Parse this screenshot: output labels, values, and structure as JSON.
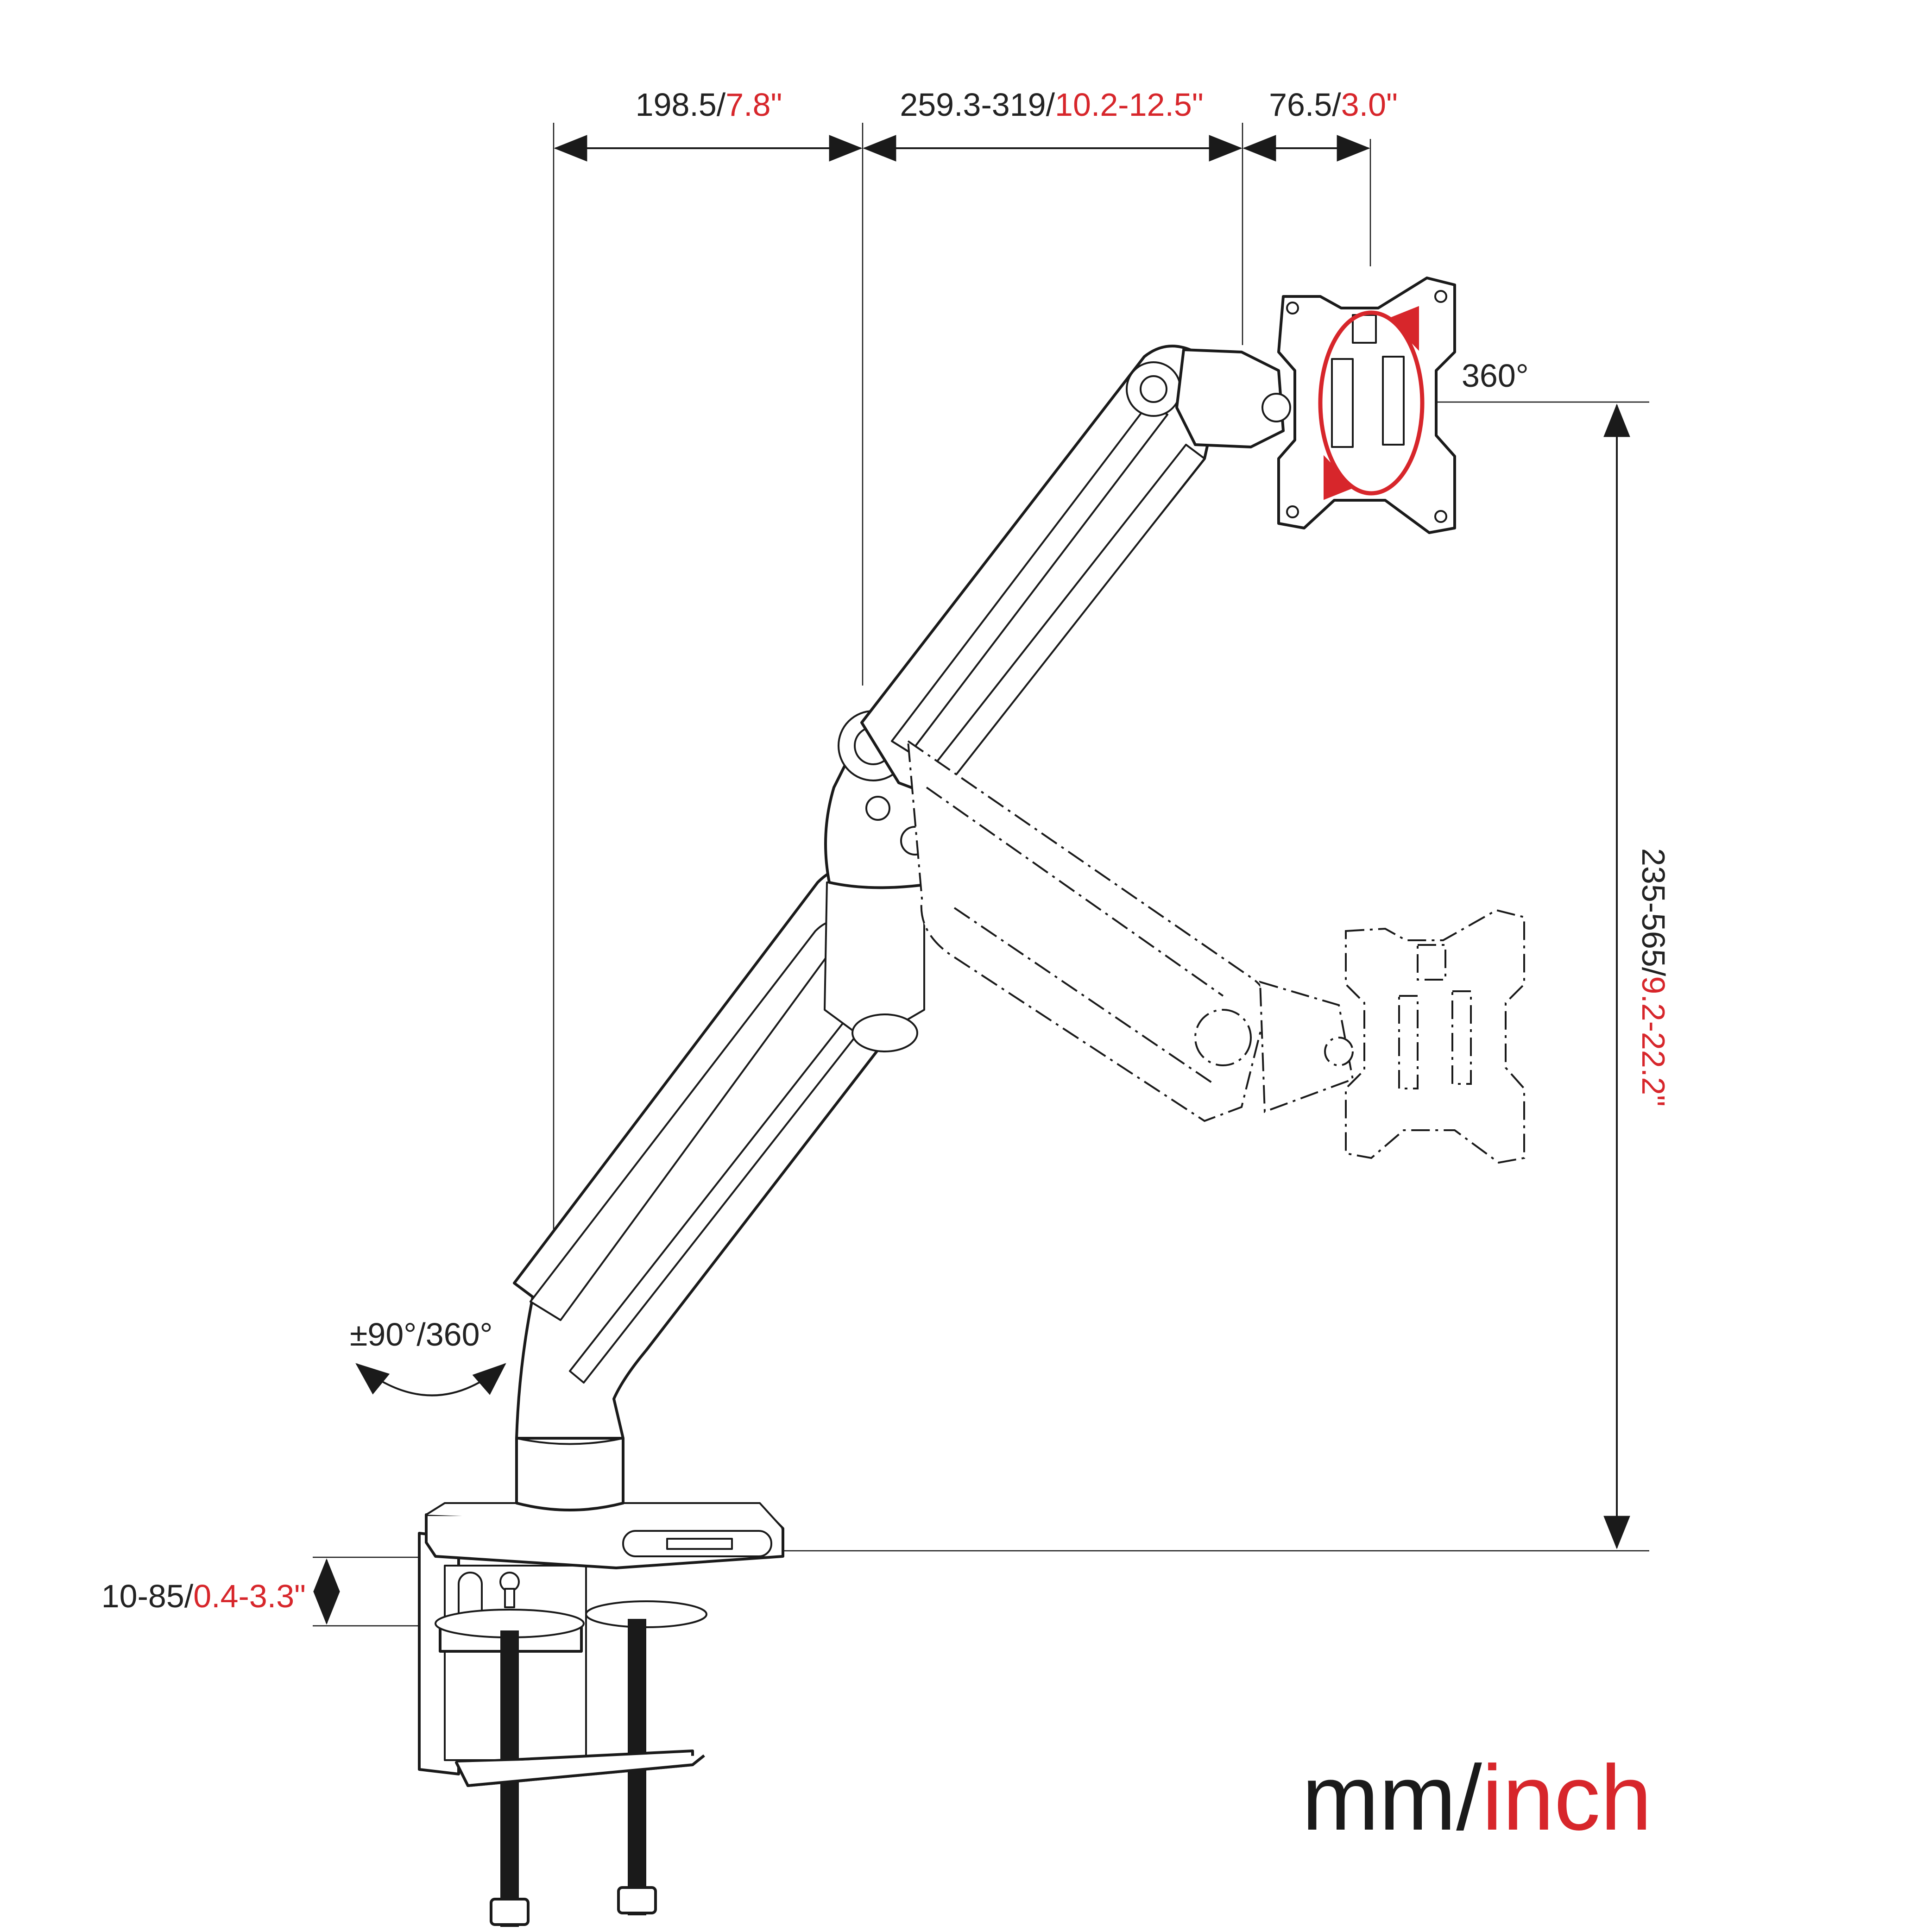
{
  "dimensions": {
    "arm_lower_reach": {
      "mm": "198.5/",
      "inch": "7.8\""
    },
    "arm_upper_reach": {
      "mm": "259.3-319/",
      "inch": "10.2-12.5\""
    },
    "vesa_offset": {
      "mm": "76.5/",
      "inch": "3.0\""
    },
    "height_range": {
      "mm": "235-565/",
      "inch": "9.2-22.2\""
    },
    "clamp_thickness": {
      "mm": "10-85/",
      "inch": "0.4-3.3\""
    }
  },
  "rotation_labels": {
    "vesa_rotation": "360°",
    "base_swivel": "±90°/360°"
  },
  "units": {
    "mm": "mm/",
    "inch": "inch"
  },
  "colors": {
    "accent": "#d7262b",
    "line": "#1a1a1a"
  }
}
